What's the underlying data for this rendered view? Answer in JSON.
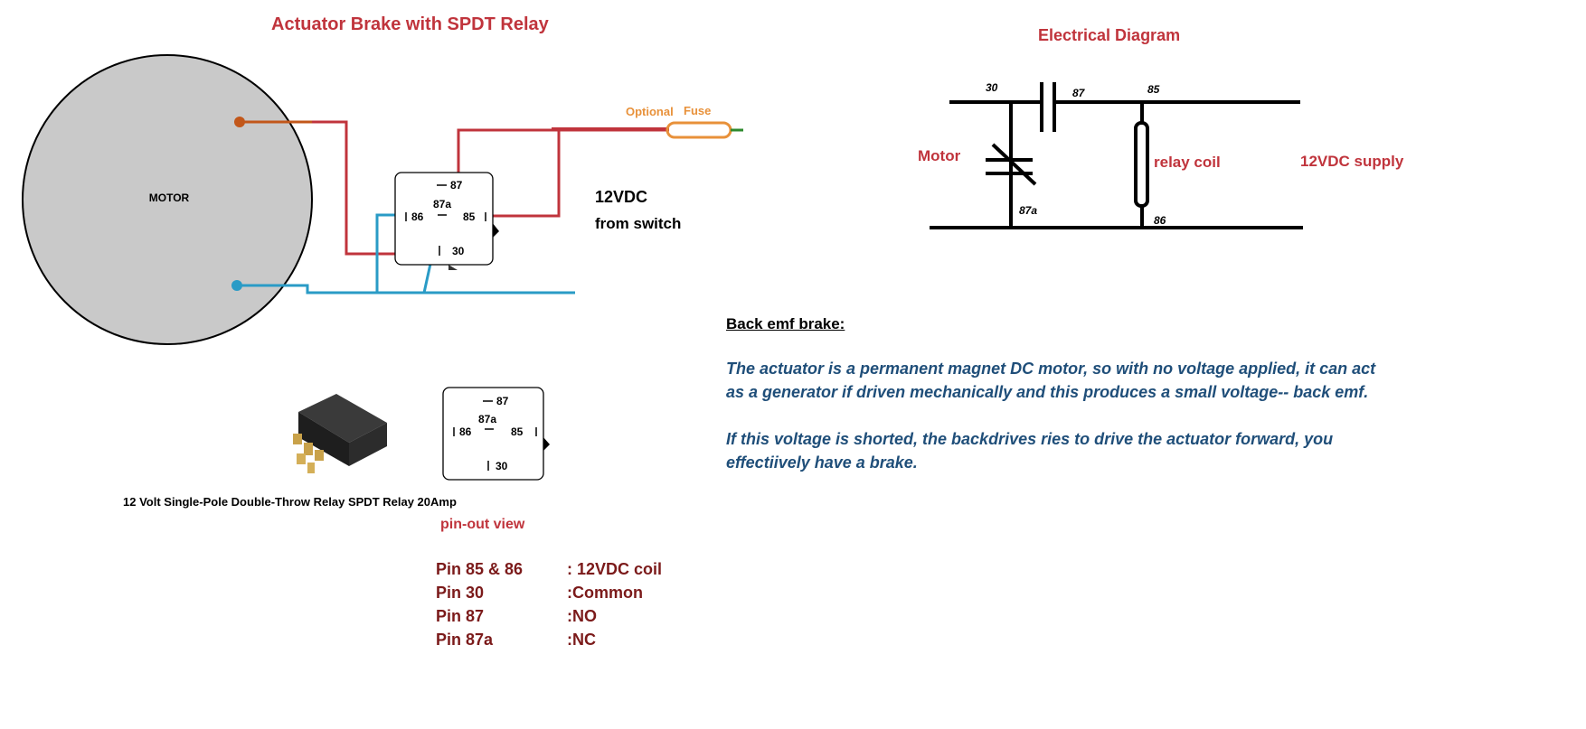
{
  "left_diagram": {
    "title": "Actuator Brake with SPDT Relay",
    "motor_label": "MOTOR",
    "fuse_optional": "Optional",
    "fuse_label": "Fuse",
    "supply_label": "12VDC",
    "supply_sub": "from switch",
    "relay_pins": {
      "p87": "87",
      "p87a": "87a",
      "p86": "86",
      "p85": "85",
      "p30": "30"
    }
  },
  "relay_photo_caption": "12 Volt Single-Pole Double-Throw Relay SPDT Relay 20Amp",
  "pinout": {
    "title": "pin-out view",
    "pins": {
      "p87": "87",
      "p87a": "87a",
      "p86": "86",
      "p85": "85",
      "p30": "30"
    },
    "rows": [
      {
        "pin": "Pin 85 & 86",
        "desc": ": 12VDC coil"
      },
      {
        "pin": "Pin 30",
        "desc": ":Common"
      },
      {
        "pin": "Pin 87",
        "desc": ":NO"
      },
      {
        "pin": "Pin 87a",
        "desc": ":NC"
      }
    ]
  },
  "electrical": {
    "title": "Electrical Diagram",
    "motor_label": "Motor",
    "coil_label": "relay coil",
    "supply_label": "12VDC supply",
    "n30": "30",
    "n87": "87",
    "n85": "85",
    "n87a": "87a",
    "n86": "86"
  },
  "notes": {
    "heading": "Back emf brake:",
    "p1_line1": "The actuator is a permanent magnet DC motor, so with no voltage applied, it can act",
    "p1_line2": "as a generator if driven mechanically and this produces a small voltage-- back emf.",
    "p2_line1": "If this voltage is shorted, the backdrives ries to drive the actuator forward, you",
    "p2_line2": "effectiively have  a brake."
  },
  "colors": {
    "title_red": "#c0343c",
    "wire_red": "#c0343c",
    "wire_blue": "#2a9bc6",
    "wire_orange": "#c2571a",
    "fuse_orange": "#e8913a",
    "note_blue": "#1f4e79",
    "pin_text": "#7b1a1a"
  }
}
